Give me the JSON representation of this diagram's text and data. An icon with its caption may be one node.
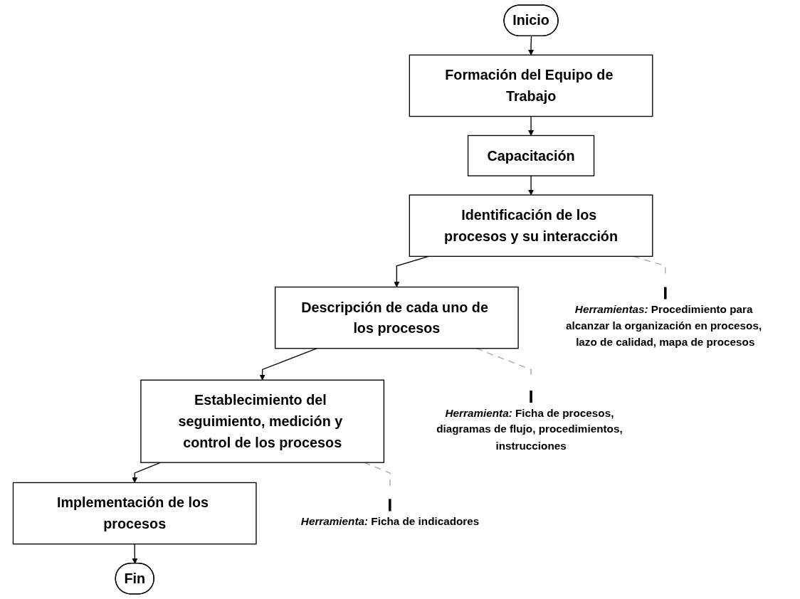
{
  "diagram": {
    "nodes": [
      {
        "text": [
          "Inicio"
        ]
      },
      {
        "text": [
          "Formación del Equipo de Trabajo"
        ]
      },
      {
        "text": [
          "Capacitación"
        ]
      },
      {
        "text": [
          "Identificación de los procesos y su interacción"
        ]
      },
      {
        "text": [
          "Descripción de cada uno de los procesos"
        ]
      },
      {
        "text": [
          "Establecimiento del seguimiento, medición y control de los procesos"
        ]
      },
      {
        "text": [
          "Implementación de los procesos"
        ]
      },
      {
        "text": [
          "Fin"
        ]
      },
      {
        "text": [
          "*Herramientas:* Procedimiento para alcanzar la organización en procesos, lazo de calidad, mapa de procesos"
        ]
      },
      {
        "text": [
          "*Herramienta:* Ficha de procesos, diagramas de flujo, procedimientos, instrucciones"
        ]
      },
      {
        "text": [
          "*Herramienta:* Ficha de indicadores"
        ]
      }
    ],
    "edges": [
      {
        "from": 0,
        "to": 1,
        "arrow": "to"
      },
      {
        "from": 1,
        "to": 2,
        "arrow": "to"
      },
      {
        "from": 2,
        "to": 3,
        "arrow": "to"
      },
      {
        "from": 3,
        "to": 4,
        "arrow": "to"
      },
      {
        "from": 4,
        "to": 5,
        "arrow": "to"
      },
      {
        "from": 5,
        "to": 6,
        "arrow": "to"
      },
      {
        "from": 6,
        "to": 7,
        "arrow": "to"
      },
      {
        "from": 3,
        "to": 8,
        "arrow": "none",
        "style": "dashed",
        "color": "#a6a6a6"
      },
      {
        "from": 4,
        "to": 9,
        "arrow": "none",
        "style": "dashed",
        "color": "#a6a6a6"
      },
      {
        "from": 5,
        "to": 10,
        "arrow": "none",
        "style": "dashed",
        "color": "#a6a6a6"
      }
    ]
  }
}
